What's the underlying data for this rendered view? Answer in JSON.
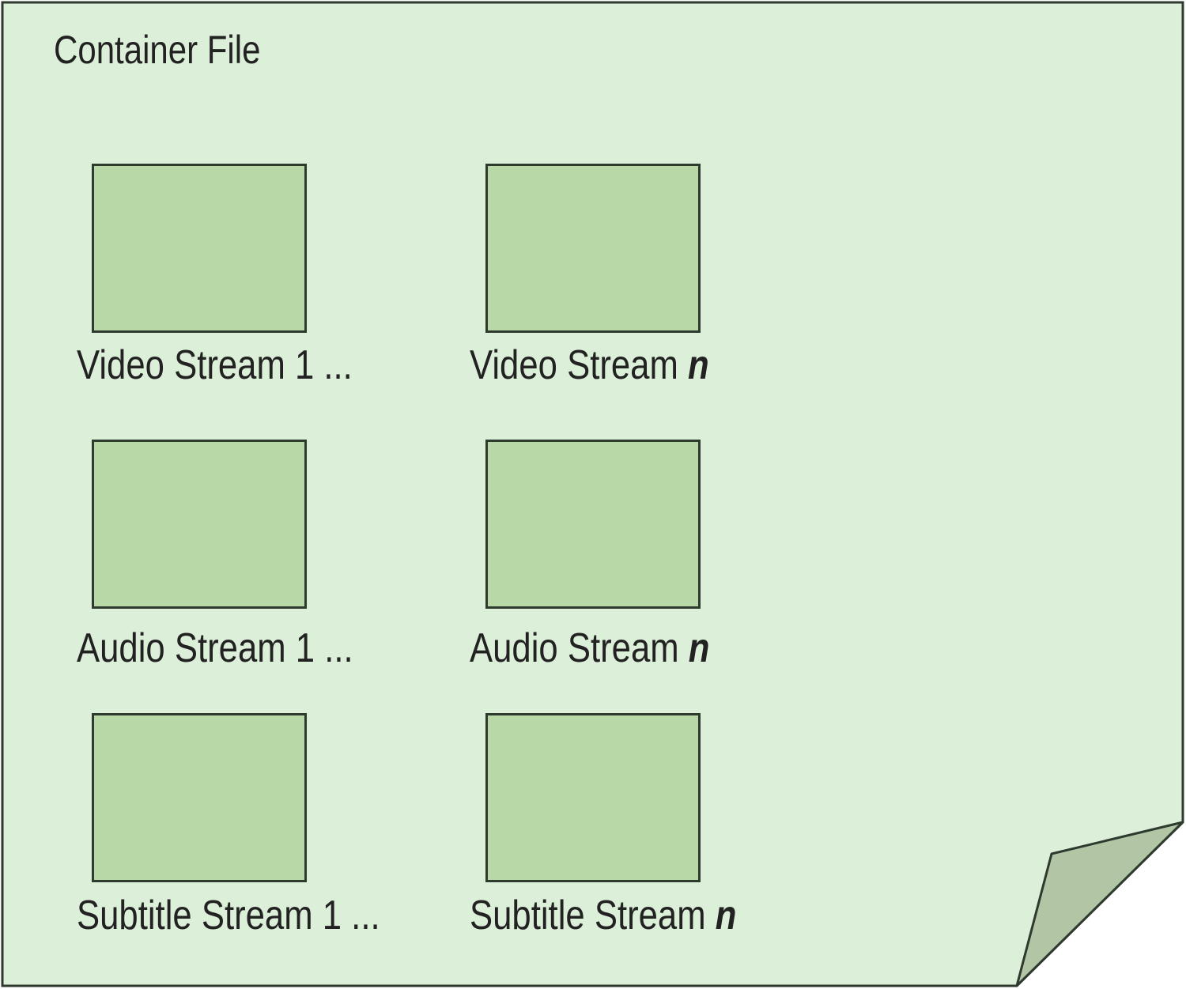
{
  "diagram": {
    "title": "Container File",
    "colors": {
      "sheet_fill": "#dcefd8",
      "box_fill": "#b8d8a8",
      "fold_fill": "#b2c6a6",
      "stroke": "#2f3a2f",
      "text": "#222222"
    },
    "streams": [
      {
        "kind": "video",
        "label_first": "Video Stream 1 ...",
        "label_last_prefix": "Video Stream ",
        "label_last_var": "n"
      },
      {
        "kind": "audio",
        "label_first": "Audio Stream 1 ...",
        "label_last_prefix": "Audio Stream ",
        "label_last_var": "n"
      },
      {
        "kind": "subtitle",
        "label_first": "Subtitle Stream 1 ...",
        "label_last_prefix": "Subtitle Stream ",
        "label_last_var": "n"
      }
    ]
  }
}
